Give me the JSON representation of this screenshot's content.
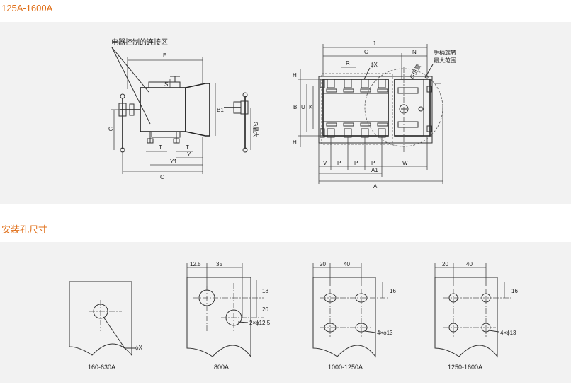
{
  "sections": {
    "dimensions_title": "125A-1600A",
    "mounting_title": "安装孔尺寸"
  },
  "side_view": {
    "control_label": "电器控制的连接区",
    "labels": {
      "E": "E",
      "S": "S",
      "B1": "B1",
      "G": "G",
      "T1": "T",
      "T2": "T",
      "Y": "Y",
      "Y1": "Y1",
      "C": "C",
      "G_max": "G最大"
    }
  },
  "front_view": {
    "handle_label_1": "手柄旋转",
    "handle_label_2": "最大范围",
    "g_pos_label": "G位置",
    "phi_x": "ϕX",
    "labels": {
      "J": "J",
      "O": "O",
      "N": "N",
      "R": "R",
      "H_top": "H",
      "H_bottom": "H",
      "B": "B",
      "U": "U",
      "K": "K",
      "V": "V",
      "P1": "P",
      "P2": "P",
      "P3": "P",
      "A1": "A1",
      "W": "W",
      "A": "A"
    }
  },
  "mounting": [
    {
      "caption": "160-630A",
      "hole_label": "ϕX"
    },
    {
      "caption": "800A",
      "dims": [
        "12.5",
        "35",
        "18",
        "20"
      ],
      "hole_label": "2×ϕ12.5"
    },
    {
      "caption": "1000-1250A",
      "dims": [
        "20",
        "40",
        "16"
      ],
      "hole_label": "4×ϕ13"
    },
    {
      "caption": "1250-1600A",
      "dims": [
        "20",
        "40",
        "16"
      ],
      "hole_label": "4×ϕ13"
    }
  ]
}
